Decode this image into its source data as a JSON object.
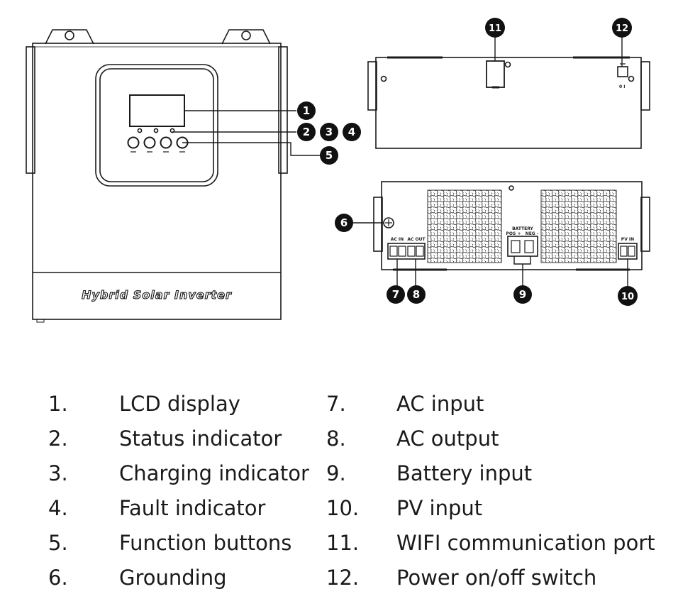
{
  "unit": {
    "brand_label": "Hybrid Solar Inverter",
    "battery_label": "BATTERY",
    "battery_pos": "POS +",
    "battery_neg": "NEG -",
    "ac_in_label": "AC IN",
    "ac_out_label": "AC OUT",
    "pv_in_label": "PV IN"
  },
  "callouts": [
    "1",
    "2",
    "3",
    "4",
    "5",
    "6",
    "7",
    "8",
    "9",
    "10",
    "11",
    "12"
  ],
  "legend_left": [
    {
      "num": "1.",
      "label": "LCD display"
    },
    {
      "num": "2.",
      "label": "Status indicator"
    },
    {
      "num": "3.",
      "label": "Charging indicator"
    },
    {
      "num": "4.",
      "label": "Fault indicator"
    },
    {
      "num": "5.",
      "label": "Function buttons"
    },
    {
      "num": "6.",
      "label": "Grounding"
    }
  ],
  "legend_right": [
    {
      "num": "7.",
      "label": "AC input"
    },
    {
      "num": "8.",
      "label": "AC output"
    },
    {
      "num": "9.",
      "label": "Battery input"
    },
    {
      "num": "10.",
      "label": "PV input"
    },
    {
      "num": "11.",
      "label": "WIFI communication port"
    },
    {
      "num": "12.",
      "label": "Power on/off switch"
    }
  ]
}
